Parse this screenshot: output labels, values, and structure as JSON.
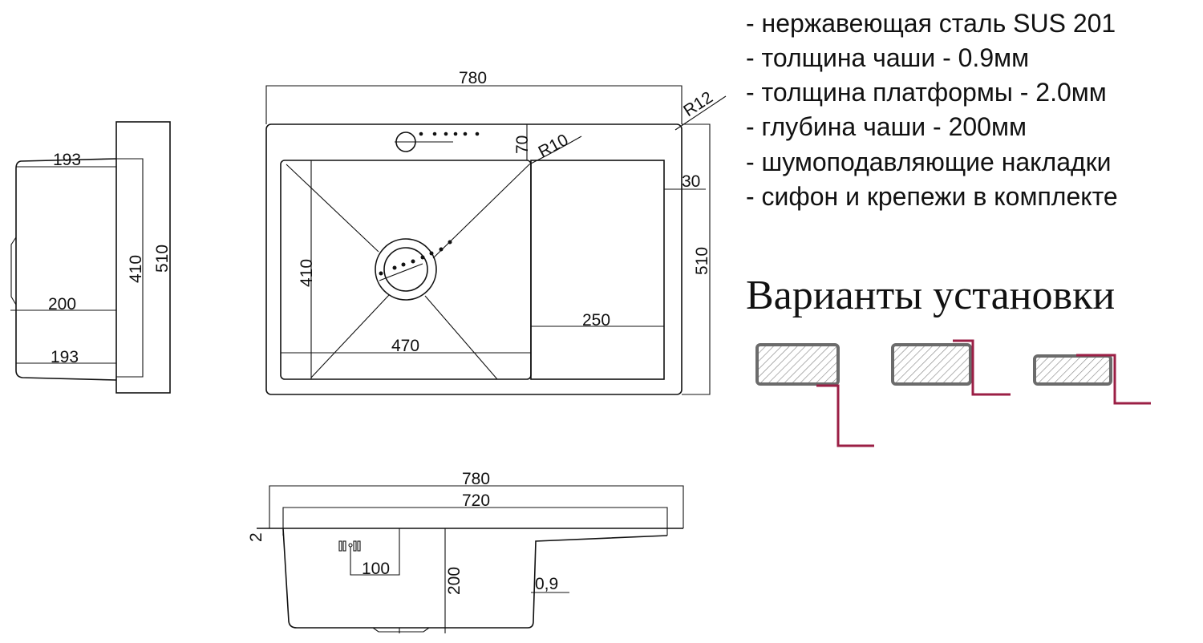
{
  "features": [
    "- нержавеющая сталь SUS 201",
    "- толщина чаши - 0.9мм",
    "- толщина платформы - 2.0мм",
    "- глубина чаши - 200мм",
    "- шумоподавляющие накладки",
    "- сифон и крепежи в комплекте"
  ],
  "install_title": "Варианты установки",
  "side_view": {
    "top_depth": "193",
    "mid_depth": "200",
    "bottom_depth": "193",
    "bowl_length": "410",
    "total_length": "510"
  },
  "top_view": {
    "width": "780",
    "corner_radius": "R12",
    "bowl_radius": "R10",
    "faucet_offset": "70",
    "bowl_height": "410",
    "bowl_width": "470",
    "drainboard_width": "250",
    "edge_margin": "30",
    "total_height": "510"
  },
  "front_view": {
    "width": "780",
    "inner_width": "720",
    "platform_thickness": "2",
    "overflow_offset": "100",
    "depth": "200",
    "bowl_thickness": "0,9"
  },
  "colors": {
    "line": "#111111",
    "slab": "#6b6b6b",
    "mount": "#9b1f45"
  }
}
